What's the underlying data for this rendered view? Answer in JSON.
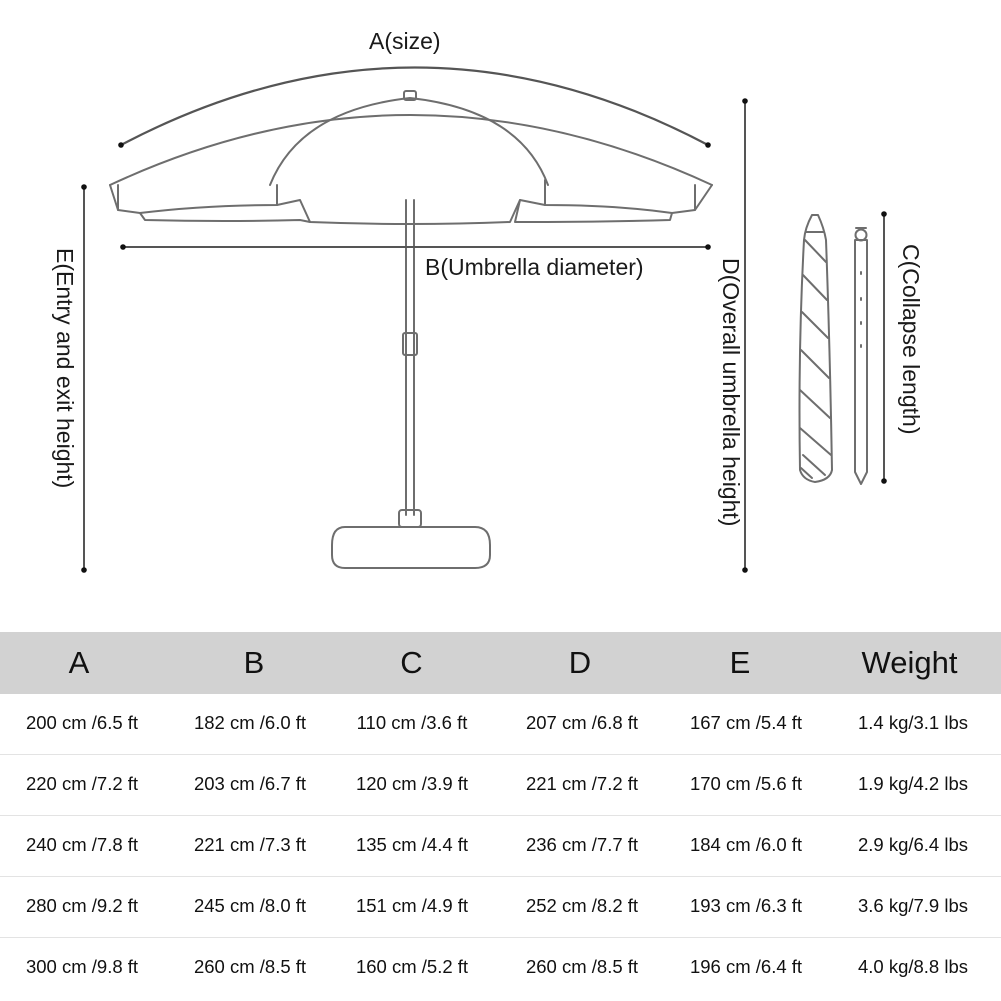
{
  "dimensions": {
    "a": "A(size)",
    "b": "B(Umbrella diameter)",
    "c": "C(Collapse length)",
    "d": "D(Overall umbrella height)",
    "e": "E(Entry and exit height)"
  },
  "table": {
    "headers": [
      "A",
      "B",
      "C",
      "D",
      "E",
      "Weight"
    ],
    "rows": [
      [
        "200 cm /6.5 ft",
        "182 cm /6.0 ft",
        "110 cm /3.6 ft",
        "207 cm /6.8 ft",
        "167 cm /5.4 ft",
        "1.4 kg/3.1 lbs"
      ],
      [
        "220 cm /7.2 ft",
        "203 cm /6.7 ft",
        "120 cm /3.9 ft",
        "221 cm /7.2 ft",
        "170 cm /5.6 ft",
        "1.9 kg/4.2 lbs"
      ],
      [
        "240 cm /7.8 ft",
        "221 cm /7.3 ft",
        "135 cm /4.4 ft",
        "236 cm /7.7 ft",
        "184 cm /6.0 ft",
        "2.9 kg/6.4 lbs"
      ],
      [
        "280 cm /9.2 ft",
        "245 cm /8.0 ft",
        "151 cm /4.9 ft",
        "252 cm /8.2 ft",
        "193 cm /6.3 ft",
        "3.6 kg/7.9 lbs"
      ],
      [
        "300 cm /9.8 ft",
        "260 cm /8.5 ft",
        "160 cm /5.2 ft",
        "260 cm /8.5 ft",
        "196 cm /6.4 ft",
        "4.0 kg/8.8 lbs"
      ]
    ]
  }
}
